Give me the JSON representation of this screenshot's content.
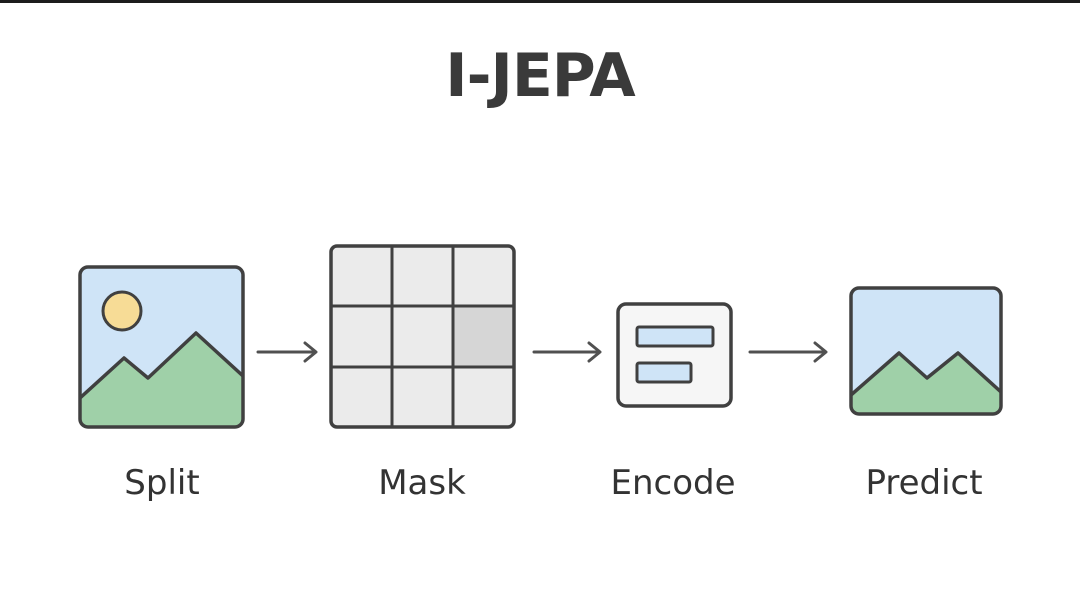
{
  "title": "I-JEPA",
  "steps": [
    {
      "label": "Split",
      "icon": "landscape-image-icon"
    },
    {
      "label": "Mask",
      "icon": "grid-mask-icon"
    },
    {
      "label": "Encode",
      "icon": "encoder-icon"
    },
    {
      "label": "Predict",
      "icon": "predicted-image-icon"
    }
  ],
  "colors": {
    "stroke": "#404040",
    "sky": "#cfe4f7",
    "hill": "#9fd0a8",
    "sun": "#f7dc96",
    "grid_cell": "#ebebeb",
    "masked_cell": "#d6d6d6",
    "encoder_bg": "#f6f6f6",
    "token": "#cfe4f7",
    "arrow": "#505050"
  },
  "mask_grid": {
    "rows": 3,
    "cols": 3,
    "masked_cells": [
      [
        1,
        2
      ]
    ]
  }
}
